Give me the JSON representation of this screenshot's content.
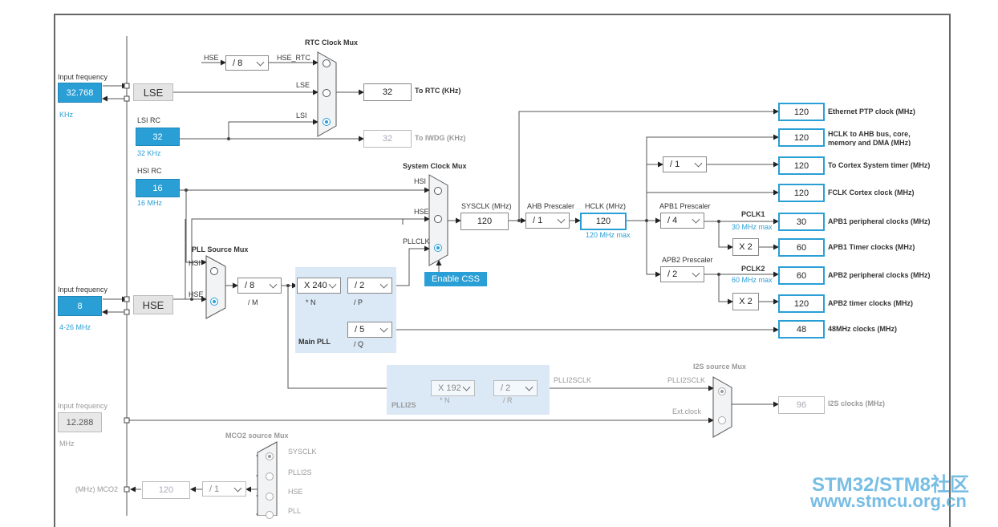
{
  "lse": {
    "input_label": "Input frequency",
    "value": "32.768",
    "unit": "KHz",
    "block": "LSE"
  },
  "lsi": {
    "label": "LSI RC",
    "value": "32",
    "unit": "32 KHz"
  },
  "hsi": {
    "label": "HSI RC",
    "value": "16",
    "unit": "16 MHz"
  },
  "hse": {
    "input_label": "Input frequency",
    "value": "8",
    "unit": "4-26 MHz",
    "block": "HSE"
  },
  "ext": {
    "input_label": "Input frequency",
    "value": "12.288",
    "unit": "MHz"
  },
  "rtc": {
    "title": "RTC Clock Mux",
    "hse_label": "HSE",
    "hse_div": "/ 8",
    "hse_rtc": "HSE_RTC",
    "lse": "LSE",
    "lsi": "LSI",
    "out_value": "32",
    "out_label": "To RTC (KHz)",
    "iwdg_value": "32",
    "iwdg_label": "To IWDG (KHz)"
  },
  "sysmux": {
    "title": "System Clock Mux",
    "hsi": "HSI",
    "hse": "HSE",
    "pllclk": "PLLCLK",
    "enable_css": "Enable CSS"
  },
  "sysclk": {
    "label": "SYSCLK (MHz)",
    "value": "120"
  },
  "ahb": {
    "label": "AHB Prescaler",
    "value": "/ 1"
  },
  "hclk": {
    "label": "HCLK (MHz)",
    "value": "120",
    "max": "120 MHz max"
  },
  "pllsrc": {
    "title": "PLL Source Mux",
    "hsi": "HSI",
    "hse": "HSE",
    "m_value": "/ 8",
    "m_label": "/ M"
  },
  "mainpll": {
    "title": "Main PLL",
    "n_value": "X 240",
    "n_label": "* N",
    "p_value": "/ 2",
    "p_label": "/ P",
    "q_value": "/ 5",
    "q_label": "/ Q"
  },
  "plli2s": {
    "title": "PLLI2S",
    "n_value": "X 192",
    "n_label": "* N",
    "r_value": "/ 2",
    "r_label": "/ R",
    "out": "PLLI2SCLK"
  },
  "i2smux": {
    "title": "I2S source Mux",
    "in1": "PLLI2SCLK",
    "in2": "Ext.clock",
    "out_value": "96",
    "out_label": "I2S clocks (MHz)"
  },
  "apb1": {
    "label": "APB1 Prescaler",
    "value": "/ 4",
    "pclk": "PCLK1",
    "max": "30 MHz max",
    "x2": "X 2"
  },
  "apb2": {
    "label": "APB2 Prescaler",
    "value": "/ 2",
    "pclk": "PCLK2",
    "max": "60 MHz max",
    "x2": "X 2"
  },
  "cortex_div": "/ 1",
  "outputs": [
    {
      "value": "120",
      "label": "Ethernet PTP clock (MHz)"
    },
    {
      "value": "120",
      "label": "HCLK to AHB bus, core, memory and DMA (MHz)"
    },
    {
      "value": "120",
      "label": "To Cortex System timer (MHz)"
    },
    {
      "value": "120",
      "label": "FCLK Cortex clock (MHz)"
    },
    {
      "value": "30",
      "label": "APB1 peripheral clocks (MHz)"
    },
    {
      "value": "60",
      "label": "APB1 Timer clocks (MHz)"
    },
    {
      "value": "60",
      "label": "APB2 peripheral clocks (MHz)"
    },
    {
      "value": "120",
      "label": "APB2 timer clocks (MHz)"
    },
    {
      "value": "48",
      "label": "48MHz clocks (MHz)"
    }
  ],
  "mco2": {
    "title": "MCO2 source Mux",
    "sysclk": "SYSCLK",
    "plli2s": "PLLI2S",
    "hse": "HSE",
    "pll": "PLL",
    "out_label": "(MHz) MCO2",
    "out_value": "120",
    "div": "/ 1"
  },
  "watermark": {
    "line1": "STM32/STM8社区",
    "line2": "www.stmcu.org.cn"
  }
}
